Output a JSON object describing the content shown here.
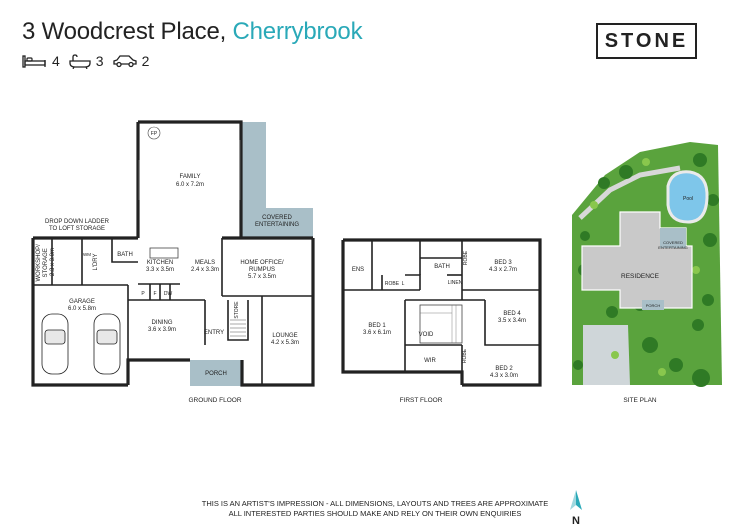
{
  "header": {
    "address": "3 Woodcrest Place,",
    "suburb": "Cherrybrook",
    "bedrooms": "4",
    "bathrooms": "3",
    "cars": "2",
    "icons": [
      "bed-icon",
      "bath-icon",
      "car-icon"
    ]
  },
  "brand": {
    "logo_text": "STONE"
  },
  "colors": {
    "accent": "#2aa9b8",
    "outdoor_area": "#a9bfc8",
    "grass": "#5aa33d",
    "house": "#c9c9c9"
  },
  "ground_floor": {
    "caption": "GROUND FLOOR",
    "rooms": {
      "family": {
        "name": "FAMILY",
        "size": "6.0 x 7.2m"
      },
      "covered": {
        "line1": "COVERED",
        "line2": "ENTERTAINING"
      },
      "ladder": {
        "line1": "DROP DOWN LADDER",
        "line2": "TO LOFT STORAGE"
      },
      "workshop": {
        "line1": "WORKSHOP/",
        "line2": "STORAGE",
        "size": "2.3 x 3.0m"
      },
      "wm": "WM",
      "ldry": "L'DRY",
      "bath": "BATH",
      "kitchen": {
        "name": "KITCHEN",
        "size": "3.3 x 3.5m"
      },
      "meals": {
        "name": "MEALS",
        "size": "2.4 x 3.3m"
      },
      "office": {
        "line1": "HOME OFFICE/",
        "line2": "RUMPUS",
        "size": "5.7 x 3.5m"
      },
      "garage": {
        "name": "GARAGE",
        "size": "6.0 x 5.8m"
      },
      "p": "P",
      "f": "F",
      "dw": "DW",
      "dining": {
        "name": "DINING",
        "size": "3.6 x 3.9m"
      },
      "entry": "ENTRY",
      "store": "STORE",
      "lounge": {
        "name": "LOUNGE",
        "size": "4.2 x 5.3m"
      },
      "porch": "PORCH",
      "fp": "FP"
    }
  },
  "first_floor": {
    "caption": "FIRST FLOOR",
    "rooms": {
      "ens": "ENS",
      "robe1": "ROBE",
      "robe_l": "L",
      "bath": "BATH",
      "robe3": "ROBE",
      "bed3": {
        "name": "BED 3",
        "size": "4.3 x 2.7m"
      },
      "linen": "LINEN",
      "bed1": {
        "name": "BED 1",
        "size": "3.6 x 6.1m"
      },
      "void": "VOID",
      "bed4": {
        "name": "BED 4",
        "size": "3.5 x 3.4m"
      },
      "wir": "WIR",
      "robe2": "ROBE",
      "bed2": {
        "name": "BED 2",
        "size": "4.3 x 3.0m"
      }
    }
  },
  "site_plan": {
    "caption": "SITE PLAN",
    "pool": "Pool",
    "covered": {
      "line1": "COVERED",
      "line2": "ENTERTAINING"
    },
    "residence": "RESIDENCE",
    "porch": "PORCH"
  },
  "footer": {
    "line1": "THIS IS AN ARTIST'S IMPRESSION - ALL DIMENSIONS, LAYOUTS AND TREES ARE APPROXIMATE",
    "line2": "ALL INTERESTED PARTIES SHOULD MAKE AND RELY ON THEIR OWN ENQUIRIES",
    "north": "N"
  }
}
